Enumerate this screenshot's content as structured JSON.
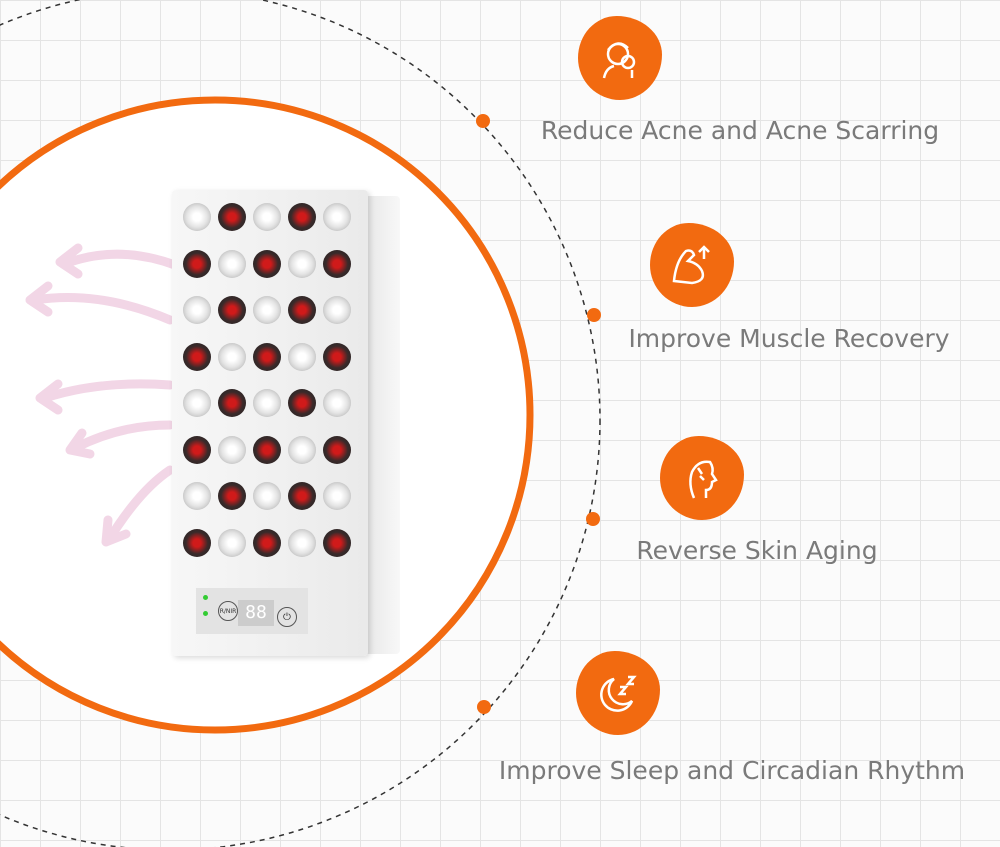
{
  "benefits": [
    {
      "label": "Reduce Acne and Acne Scarring",
      "icon": "face-acne-icon"
    },
    {
      "label": "Improve Muscle Recovery",
      "icon": "muscle-arm-icon"
    },
    {
      "label": "Reverse Skin Aging",
      "icon": "face-profile-icon"
    },
    {
      "label": "Improve Sleep and Circadian Rhythm",
      "icon": "moon-sleep-icon"
    }
  ],
  "device": {
    "mode_button": "R/NIR",
    "display": "88",
    "power_icon": "power-icon"
  },
  "colors": {
    "accent": "#f26a10",
    "text": "#7a7a7a"
  }
}
